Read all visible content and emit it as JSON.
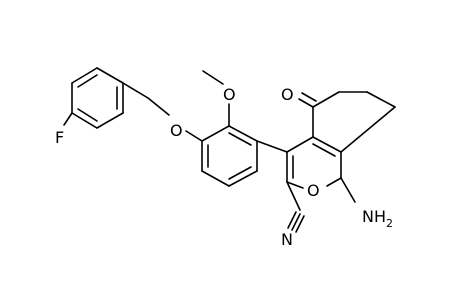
{
  "molecule": {
    "atom_labels": {
      "fluorine": "F",
      "ether_oxygen": "O",
      "methoxy_oxygen": "O",
      "ketone_oxygen": "O",
      "ring_oxygen": "O",
      "nitrile": "N",
      "amine_main": "NH",
      "amine_sub": "2"
    }
  }
}
